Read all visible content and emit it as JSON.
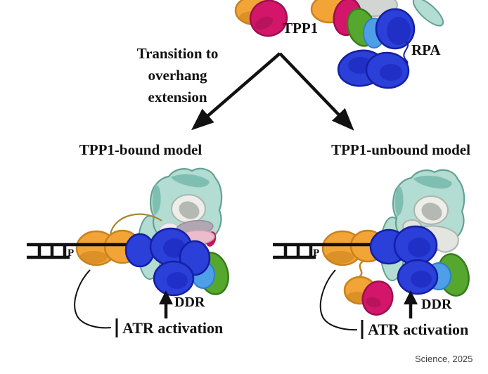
{
  "labels": {
    "tpp1": "TPP1",
    "rpa": "RPA",
    "transition": [
      "Transition to",
      "overhang",
      "extension"
    ],
    "bound_model_title": "TPP1-bound model",
    "unbound_model_title": "TPP1-unbound model",
    "p_bound": "P",
    "p_unbound": "P",
    "ddr_bound": "DDR",
    "ddr_unbound": "DDR",
    "atr_bound": "ATR activation",
    "atr_unbound": "ATR activation",
    "credit": "Science, 2025"
  },
  "icons": {
    "transition_arrows": "two diagonal split arrows from one apex",
    "ddr_arrow": "up-arrow",
    "atr_inhibition": "inhibition-bar (blunt-end line)",
    "dna": "double-strand ladder with single-strand overhang"
  },
  "colors": {
    "orange": "#F2A437",
    "orange_dark": "#C8821E",
    "magenta": "#D4166A",
    "magenta_dark": "#9E0F50",
    "blue": "#2B3FD9",
    "blue_dark": "#141FA3",
    "blue_inner": "#1E2EC2",
    "lightblue": "#4E9FE8",
    "lightblue_dark": "#2E7FC8",
    "green": "#56A72E",
    "green_dark": "#3A7A1E",
    "teal": "#B3DCD3",
    "teal_dark": "#63A193",
    "teal_patch": "#7FBFB2",
    "gray_blob": "#D2D6D2",
    "gray_dark": "#AEB4AE",
    "gray_oval_ring": "#EDEEE9",
    "gray_oval_core": "#B5B9B3",
    "mauve": "#B3A6B3",
    "pink": "#ECBCCB",
    "pinkwhite": "#F2ECEF",
    "crimson": "#C2175C",
    "tan_line": "#A8872F",
    "ink": "#111111",
    "credit_text": "#404040"
  }
}
